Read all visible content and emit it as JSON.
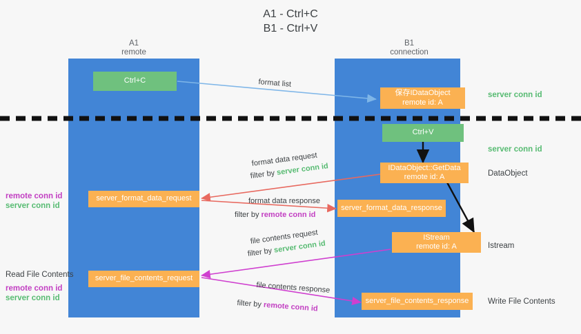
{
  "title": {
    "line1": "A1 - Ctrl+C",
    "line2": "B1 - Ctrl+V"
  },
  "lanes": [
    {
      "name": "A1",
      "sub": "remote"
    },
    {
      "name": "B1",
      "sub": "connection"
    }
  ],
  "boxes": {
    "ctrl_c": "Ctrl+C",
    "ctrl_v": "Ctrl+V",
    "save_idataobject_l1": "保存IDataObject",
    "save_idataobject_l2": "remote id: A",
    "getdata_l1": "IDataObject::GetData",
    "getdata_l2": "remote id: A",
    "istream_l1": "IStream",
    "istream_l2": "remote id: A",
    "server_format_data_request": "server_format_data_request",
    "server_format_data_response": "server_format_data_response",
    "server_file_contents_request": "server_file_contents_request",
    "server_file_contents_response": "server_file_contents_response"
  },
  "side_labels": {
    "server_conn_id_1": "server conn id",
    "server_conn_id_2": "server conn id",
    "dataobject": "DataObject",
    "istream": "Istream",
    "write_file_contents": "Write File Contents",
    "read_file_contents": "Read File Contents",
    "remote_conn_id": "remote conn id",
    "server_conn_id": "server conn id"
  },
  "arrows": {
    "format_list": "format list",
    "format_data_request": "format data request",
    "format_data_response": "format data response",
    "file_contents_request": "file contents request",
    "file_contents_response": "file contents response",
    "filter_by": "filter by",
    "server_conn_id": "server conn id",
    "remote_conn_id": "remote conn id"
  },
  "colors": {
    "lane": "#4285d6",
    "orange": "#fbb152",
    "green_box": "#6fc17e",
    "green_text": "#57bb72",
    "magenta_text": "#c23fc2",
    "red_arrow": "#e8695f",
    "magenta_arrow": "#cf3fcf",
    "blue_arrow": "#7fb6e8",
    "black_arrow": "#111111",
    "background": "#f7f7f7"
  }
}
